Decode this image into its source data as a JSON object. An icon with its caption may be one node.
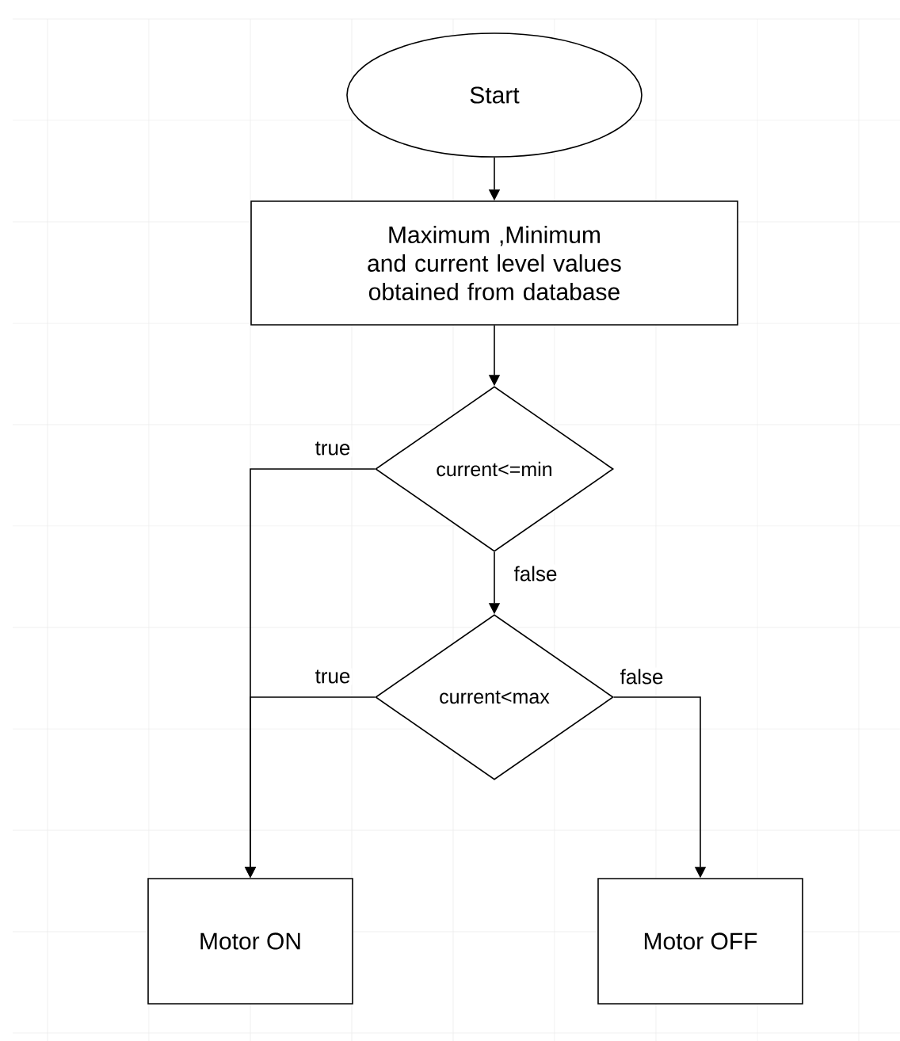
{
  "diagram": {
    "nodes": [
      {
        "text": [
          "Start"
        ]
      },
      {
        "text": [
          "Maximum ,Minimum and current level values obtained from database"
        ]
      },
      {
        "text": [
          "current<=min"
        ]
      },
      {
        "text": [
          "current<max"
        ]
      },
      {
        "text": [
          "Motor ON"
        ]
      },
      {
        "text": [
          "Motor OFF"
        ]
      }
    ],
    "edges": [
      {
        "from": 0,
        "to": 1,
        "arrow": "to"
      },
      {
        "from": 1,
        "to": 2,
        "arrow": "to"
      },
      {
        "from": 2,
        "to": 4,
        "label": "true",
        "arrow": "to"
      },
      {
        "from": 2,
        "to": 3,
        "label": "false",
        "arrow": "to"
      },
      {
        "from": 3,
        "to": 4,
        "label": "true",
        "arrow": "to"
      },
      {
        "from": 3,
        "to": 5,
        "label": "false",
        "arrow": "to"
      }
    ]
  }
}
